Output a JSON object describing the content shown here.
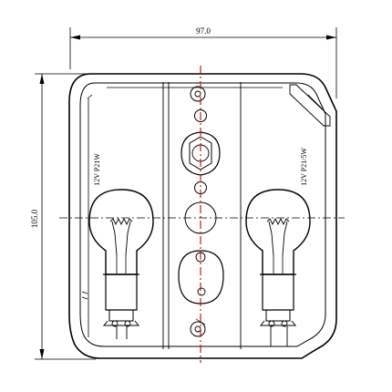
{
  "dimensions": {
    "width_label": "97.0",
    "height_label": "105.0"
  },
  "bulbs": {
    "left_label": "12V P21W",
    "right_label": "12V P21/5W"
  },
  "colors": {
    "line": "#000000",
    "centerline": "#cc0000"
  }
}
